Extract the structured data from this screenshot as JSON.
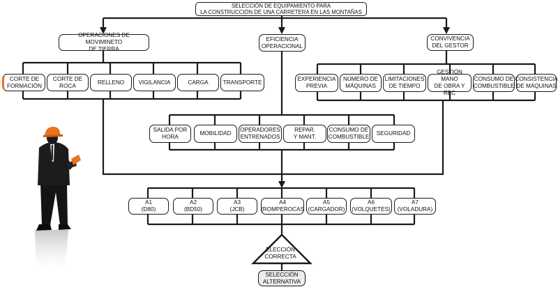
{
  "title": "SELECCIÓN DE EQUIPAMIENTO PARA\nLA CONSTRUCCIÓN DE UNA CARRETERA EN LAS MONTAÑAS",
  "criteria": {
    "earthworks": "OPERACIONES DE MOVIMINETO\nDE TIERRA",
    "efficiency": "EFICIENCIA\nOPERACIONAL",
    "convenience": "CONVIVENCIA\nDEL GESTOR"
  },
  "earthworks_items": [
    "CORTE DE\nFORMACIÓN",
    "CORTE DE\nROCA",
    "RELLENO",
    "VIGILANCIA",
    "CARGA",
    "TRANSPORTE"
  ],
  "convenience_items": [
    "EXPERIENCIA\nPREVIA",
    "NÚMERO DE\nMÁQUINAS",
    "LIMITACIONES\nDE TIEMPO",
    "GESTIÓN MANO\nDE OBRA Y REC",
    "CONSUMO DE\nCOMBUSTIBLE",
    "CONSISTENCIA\nDE MÁQUINAS"
  ],
  "efficiency_items": [
    "SALIDA POR\nHORA",
    "MOBILIDAD",
    "OPERADORES\nENTRENADOS",
    "REPAR.\nY MANT.",
    "CONSUMO DE\nCOMBUSTIBLE",
    "SEGURIDAD"
  ],
  "alternatives": [
    "A1\n(D80)",
    "A2\n(BD50)",
    "A3\n(JCB)",
    "A4\n(ROMPEROCAS",
    "A5\n(CARGADOR)",
    "A6\n(VOLQUETES)",
    "A7\n(VOLADURA)"
  ],
  "decision": "ELECCIÓN\nCORRECTA",
  "result": "SELECCIÓN\nALTERNATIVA",
  "colors": {
    "line": "#1a1a1a",
    "helmet": "#e8731e",
    "tablet": "#e8731e",
    "accent": "#e8731e"
  }
}
